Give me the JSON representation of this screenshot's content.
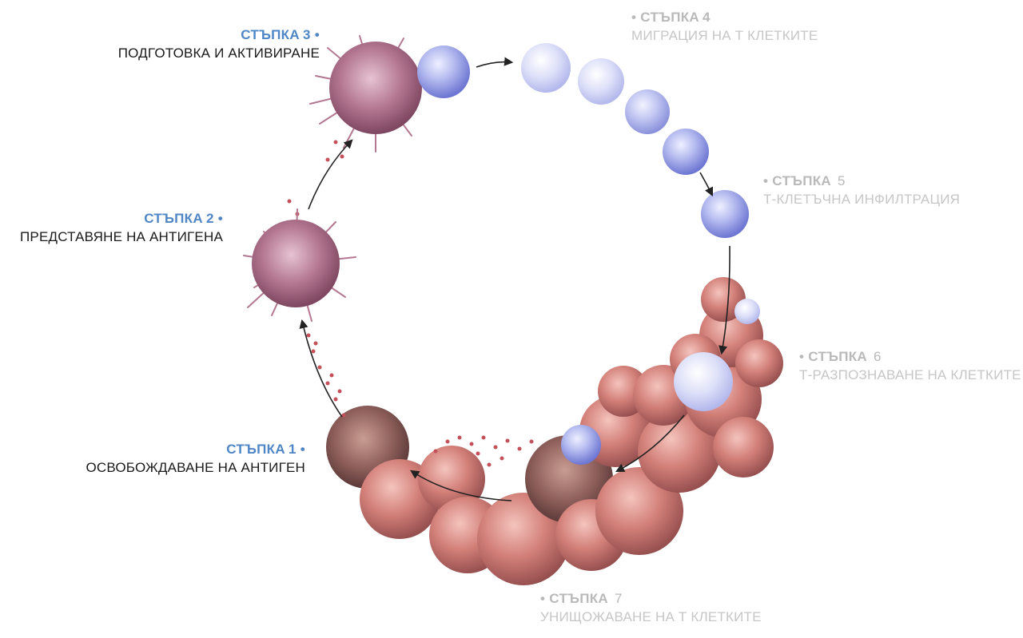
{
  "steps": [
    {
      "id": 1,
      "label": "СТЪПКА",
      "number": "1",
      "bullet": "•",
      "description": "ОСВОБОЖДАВАНЕ НА АНТИГЕН",
      "state": "active"
    },
    {
      "id": 2,
      "label": "СТЪПКА",
      "number": "2",
      "bullet": "•",
      "description": "ПРЕДСТАВЯНЕ НА АНТИГЕНА",
      "state": "active"
    },
    {
      "id": 3,
      "label": "СТЪПКА",
      "number": "3",
      "bullet": "•",
      "description": "ПОДГОТОВКА И АКТИВИРАНЕ",
      "state": "active"
    },
    {
      "id": 4,
      "label": "СТЪПКА",
      "number": "4",
      "bullet": "•",
      "description": "МИГРАЦИЯ НА Т КЛЕТКИТЕ",
      "state": "muted"
    },
    {
      "id": 5,
      "label": "СТЪПКА",
      "number": "5",
      "bullet": "•",
      "description": "Т-КЛЕТЪЧНА ИНФИЛТРАЦИЯ",
      "state": "muted"
    },
    {
      "id": 6,
      "label": "СТЪПКА",
      "number": "6",
      "bullet": "•",
      "description": "Т-РАЗПОЗНАВАНЕ НА КЛЕТКИТЕ",
      "state": "muted"
    },
    {
      "id": 7,
      "label": "СТЪПКА",
      "number": "7",
      "bullet": "•",
      "description": "УНИЩОЖАВАНЕ НА Т КЛЕТКИТЕ",
      "state": "muted"
    }
  ],
  "colors": {
    "active_heading": "#4f86c6",
    "active_text": "#1a1a1a",
    "muted_heading": "#b9b9b9",
    "muted_text": "#c6c6c6",
    "t_cell": "#8f97de",
    "dendritic_cell": "#b5738f",
    "tumor_cell": "#c8706c",
    "arrow": "#222222"
  }
}
